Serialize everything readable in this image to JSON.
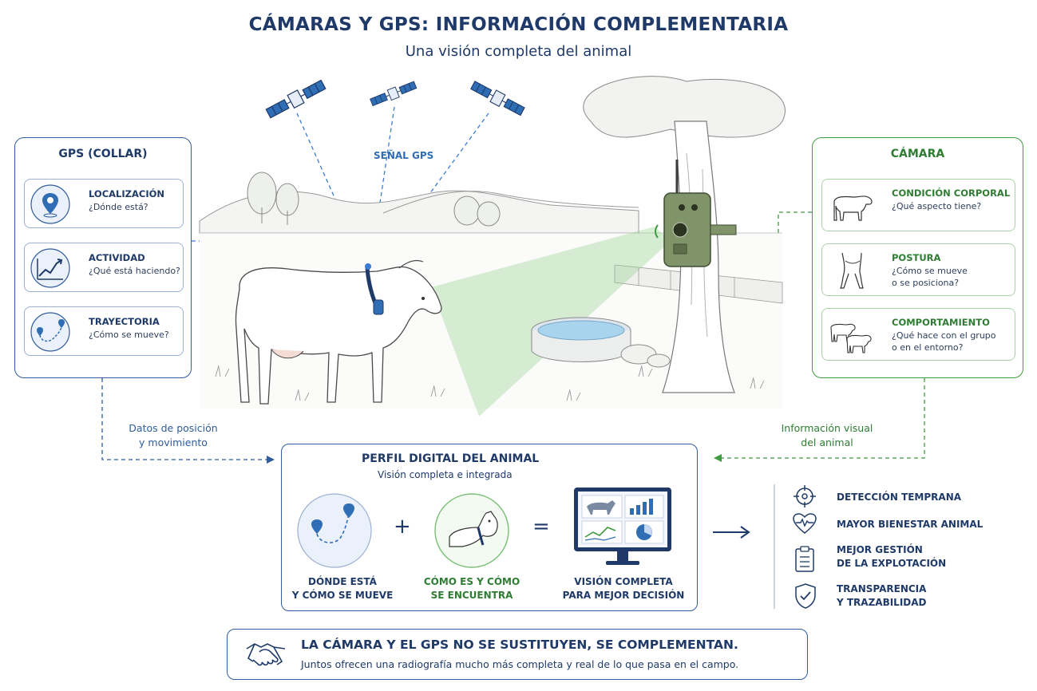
{
  "header": {
    "title": "CÁMARAS Y GPS: INFORMACIÓN COMPLEMENTARIA",
    "subtitle": "Una visión completa del animal"
  },
  "gps_panel": {
    "title": "GPS (COLLAR)",
    "items": [
      {
        "title": "LOCALIZACIÓN",
        "desc": [
          "¿Dónde está?"
        ],
        "icon": "location-pin-icon"
      },
      {
        "title": "ACTIVIDAD",
        "desc": [
          "¿Qué está haciendo?"
        ],
        "icon": "activity-chart-icon"
      },
      {
        "title": "TRAYECTORIA",
        "desc": [
          "¿Cómo se mueve?"
        ],
        "icon": "trajectory-icon"
      }
    ]
  },
  "camera_panel": {
    "title": "CÁMARA",
    "items": [
      {
        "title": "CONDICIÓN CORPORAL",
        "desc": [
          "¿Qué aspecto tiene?"
        ],
        "icon": "cow-body-icon"
      },
      {
        "title": "POSTURA",
        "desc": [
          "¿Cómo se mueve",
          "o se posiciona?"
        ],
        "icon": "cow-legs-icon"
      },
      {
        "title": "COMPORTAMIENTO",
        "desc": [
          "¿Qué hace con el grupo",
          "o en el entorno?"
        ],
        "icon": "cow-group-icon"
      }
    ]
  },
  "scene": {
    "signal_label": "SEÑAL GPS"
  },
  "flows": {
    "left_label": [
      "Datos de posición",
      "y movimiento"
    ],
    "right_label": [
      "Información visual",
      "del animal"
    ]
  },
  "profile": {
    "title": "PERFIL DIGITAL DEL ANIMAL",
    "subtitle": "Visión completa e integrada",
    "captions": [
      [
        "DÓNDE ESTÁ",
        "Y CÓMO SE MUEVE"
      ],
      [
        "CÓMO ES Y CÓMO",
        "SE ENCUENTRA"
      ],
      [
        "VISIÓN COMPLETA",
        "PARA MEJOR DECISIÓN"
      ]
    ],
    "plus": "+",
    "equals": "="
  },
  "benefits": [
    {
      "label": [
        "DETECCIÓN TEMPRANA"
      ],
      "icon": "target-icon"
    },
    {
      "label": [
        "MAYOR BIENESTAR ANIMAL"
      ],
      "icon": "heart-pulse-icon"
    },
    {
      "label": [
        "MEJOR GESTIÓN",
        "DE LA EXPLOTACIÓN"
      ],
      "icon": "clipboard-icon"
    },
    {
      "label": [
        "TRANSPARENCIA",
        "Y TRAZABILIDAD"
      ],
      "icon": "shield-check-icon"
    }
  ],
  "banner": {
    "title": "LA CÁMARA Y EL GPS NO SE SUSTITUYEN, SE COMPLEMENTAN.",
    "text": "Juntos ofrecen una radiografía mucho más completa y real de lo que pasa en el campo."
  },
  "colors": {
    "navy": "#1f3a68",
    "blue": "#2f6db5",
    "green": "#2e7d32",
    "light_green": "#8fd18a"
  }
}
